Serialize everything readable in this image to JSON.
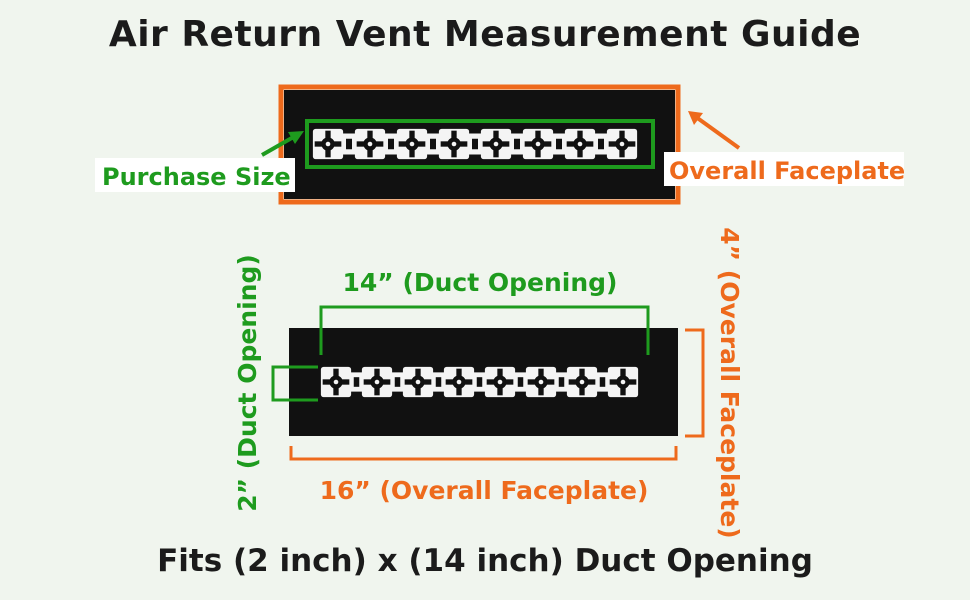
{
  "title": "Air Return Vent Measurement Guide",
  "footer": "Fits (2 inch) x (14 inch) Duct Opening",
  "colors": {
    "green": "#1e9b1e",
    "orange": "#ee6a1c",
    "plate": "#111111",
    "hole": "#f4f4f4",
    "background": "#f0f5ee"
  },
  "top_example": {
    "purchase_label": "Purchase Size",
    "faceplate_label": "Overall Faceplate"
  },
  "dimensions": {
    "duct_width_label": "14” (Duct Opening)",
    "duct_height_label": "2” (Duct Opening)",
    "faceplate_width_label": "16” (Overall Faceplate)",
    "faceplate_height_label": "4” (Overall Faceplate)"
  }
}
